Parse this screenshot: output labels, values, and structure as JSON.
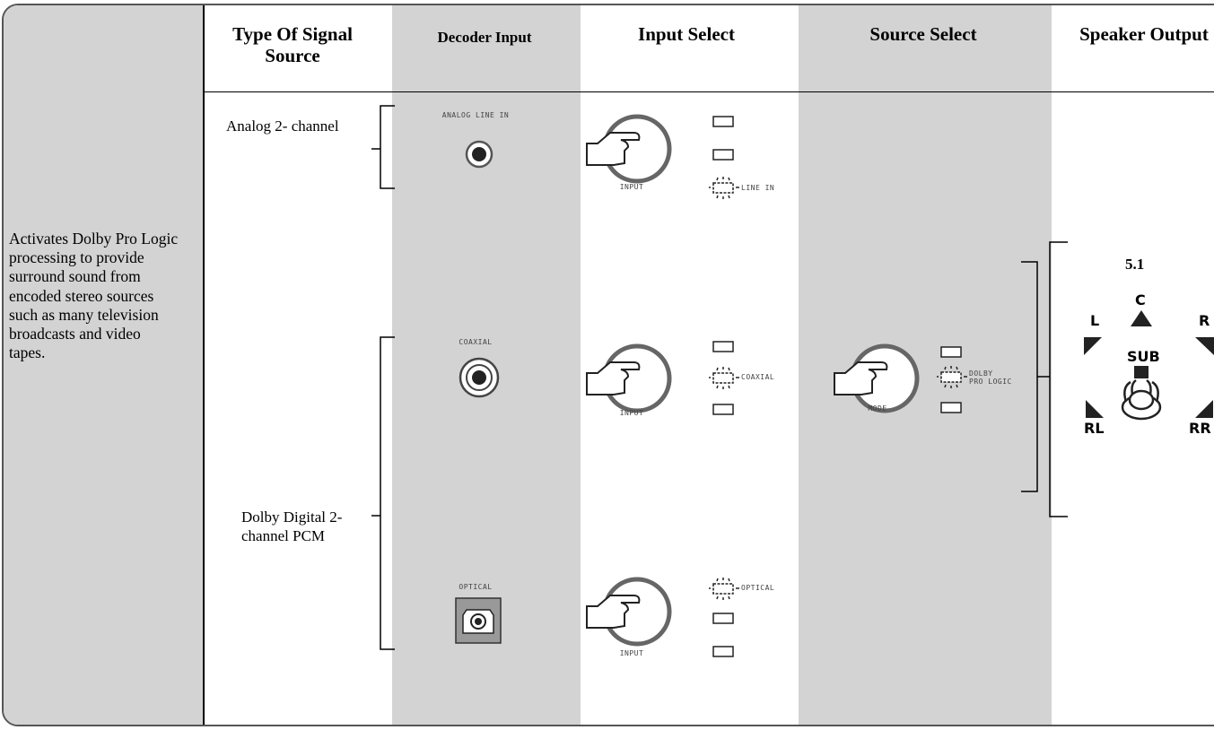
{
  "headers": {
    "signal_source": "Type Of Signal Source",
    "decoder_input": "Decoder Input",
    "input_select": "Input Select",
    "source_select": "Source Select",
    "speaker_output": "Speaker Output"
  },
  "description": "Activates Dolby Pro Logic processing to provide surround sound from encoded stereo sources such as many television broadcasts and video tapes.",
  "signal_sources": {
    "analog": "Analog 2- channel",
    "digital": "Dolby Digital 2-channel PCM"
  },
  "decoder_inputs": {
    "analog": "ANALOG LINE IN",
    "coaxial": "COAXIAL",
    "optical": "OPTICAL"
  },
  "input_select": {
    "button_label": "INPUT",
    "line_in_indicator": "LINE IN",
    "coaxial_indicator": "COAXIAL",
    "optical_indicator": "OPTICAL"
  },
  "source_select": {
    "button_label": "MODE",
    "indicator_line1": "DOLBY",
    "indicator_line2": "PRO LOGIC"
  },
  "speaker_output": {
    "config": "5.1",
    "center": "C",
    "left": "L",
    "right": "R",
    "sub": "SUB",
    "rear_left": "RL",
    "rear_right": "RR"
  }
}
